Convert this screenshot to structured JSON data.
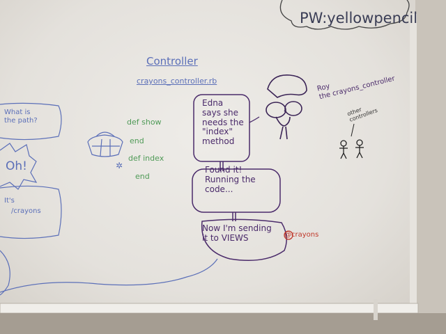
{
  "whiteboard": {
    "password_note": "PW:yellowpencil",
    "title": "Controller",
    "file_name": "crayons_controller.rb",
    "bubble_edna": "Edna\nsays she\nneeds the\n\"index\"\nmethod",
    "bubble_found": "Found it!\nRunning the\ncode...",
    "bubble_sending": "Now I'm sending\nit to VIEWS",
    "crayons_var": "@crayons",
    "character_caption": "Roy\nthe crayons_controller",
    "other_controllers": "other\ncontrollers",
    "code_def_show": "def show",
    "code_end_1": "end",
    "code_def_index": "def index",
    "code_end_2": "end",
    "left_bubble_path": "What is\nthe path?",
    "left_oh": "Oh!",
    "left_its": "It's",
    "left_slash_crayons": "/crayons"
  },
  "colors": {
    "blue_marker": "#5b6fb8",
    "purple_marker": "#4a2a6a",
    "green_marker": "#4f9a57",
    "red_marker": "#c0392b"
  }
}
